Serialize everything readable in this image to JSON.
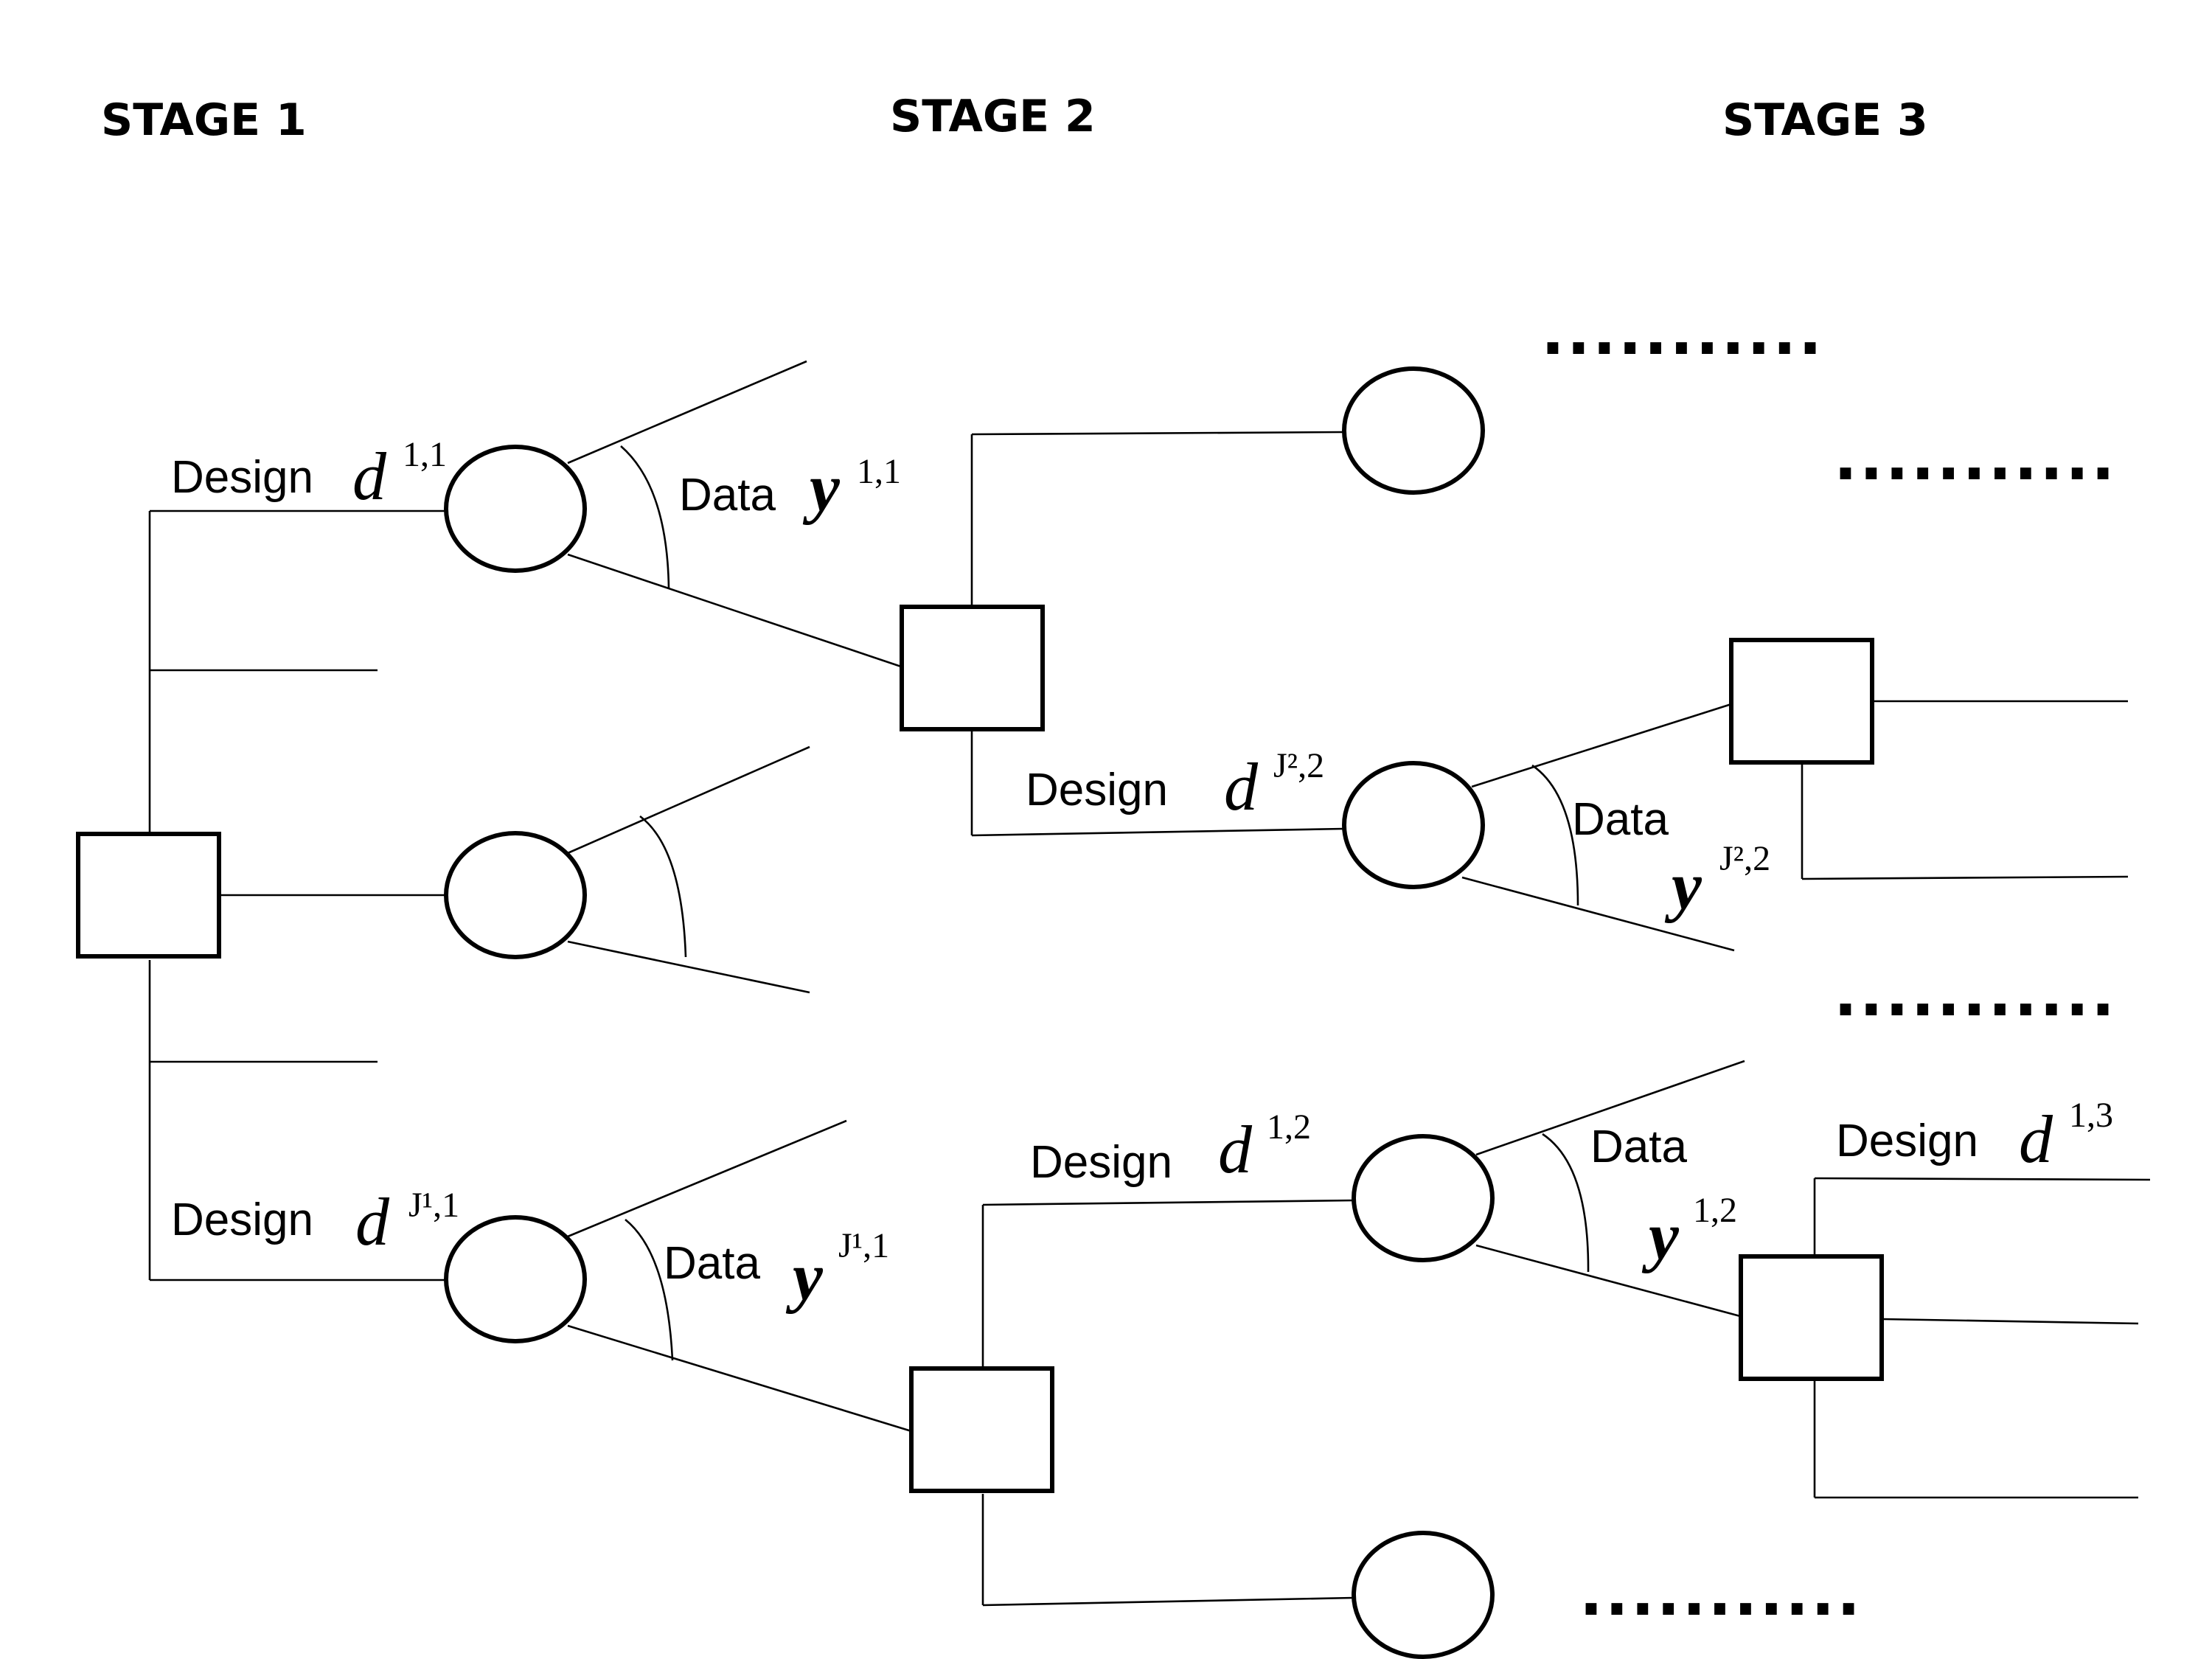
{
  "stages": [
    "STAGE 1",
    "STAGE 2",
    "STAGE 3"
  ],
  "labels": {
    "design": "Design",
    "data": "Data"
  },
  "vars": {
    "d": "d",
    "y": "y"
  },
  "sups": {
    "one_one": "1,1",
    "j1_one": "J¹,1",
    "j2_two": "J²,2",
    "one_two": "1,2",
    "one_three": "1,3"
  },
  "dots": "..........."
}
